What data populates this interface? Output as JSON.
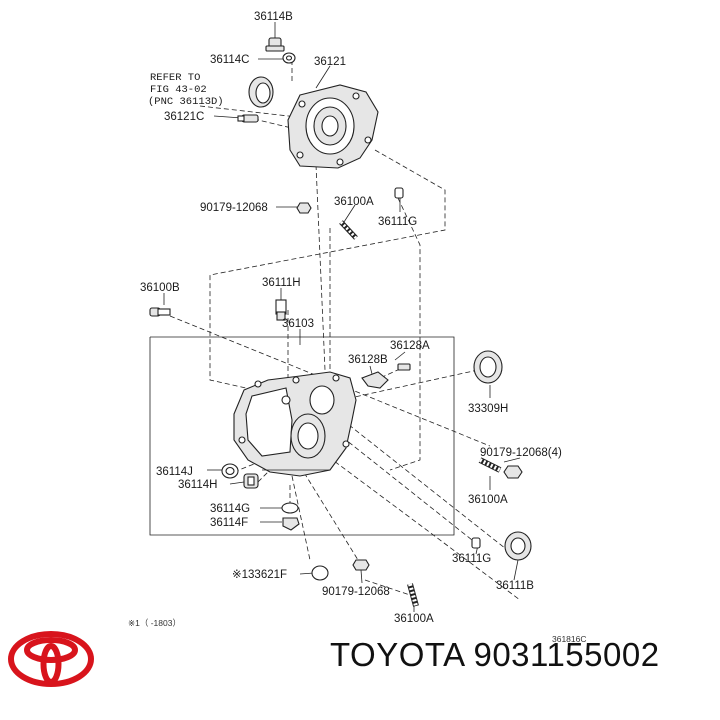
{
  "labels": {
    "p36114B_top": "36114B",
    "p36114C_top": "36114C",
    "p36121": "36121",
    "p36121C": "36121C",
    "ref1": "REFER TO",
    "ref2": "FIG 43-02",
    "ref3": "(PNC 36113D)",
    "p90179_top": "90179-12068",
    "p36100A_top": "36100A",
    "p36111G_top": "36111G",
    "p36100B": "36100B",
    "p36111H": "36111H",
    "p36103": "36103",
    "p36128A": "36128A",
    "p36128B": "36128B",
    "p33309H": "33309H",
    "p90179_4": "90179-12068(4)",
    "p36100A_mid": "36100A",
    "p36114J": "36114J",
    "p36114H": "36114H",
    "p36114G": "36114G",
    "p36114F": "36114F",
    "p36111G_bot": "36111G",
    "p36111B": "36111B",
    "p33621F": "※133621F",
    "p90179_bot": "90179-12068",
    "p36100A_bot": "36100A",
    "footnote": "※1（ -1803）",
    "fig_code": "361816C"
  },
  "caption": "TOYOTA 9031155002",
  "brand_color": "#d8141c"
}
